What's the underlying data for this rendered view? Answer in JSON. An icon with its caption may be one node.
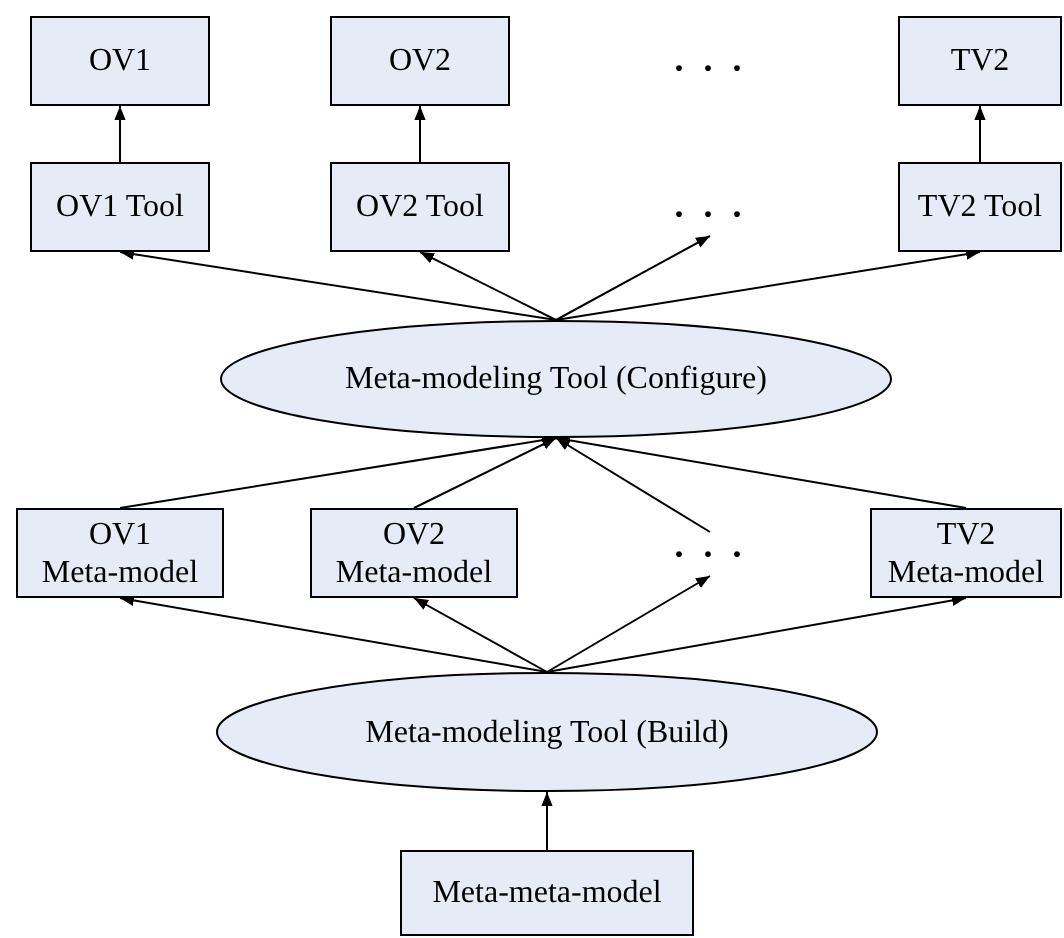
{
  "diagram": {
    "nodes": [
      {
        "text": [
          "OV1"
        ]
      },
      {
        "text": [
          "OV2"
        ]
      },
      {
        "text": [
          "TV2"
        ]
      },
      {
        "text": [
          "OV1 Tool"
        ]
      },
      {
        "text": [
          "OV2 Tool"
        ]
      },
      {
        "text": [
          "· · ·"
        ]
      },
      {
        "text": [
          "TV2 Tool"
        ]
      },
      {
        "text": [
          "Meta-modeling Tool (Configure)"
        ]
      },
      {
        "text": [
          "OV1 Meta-model"
        ]
      },
      {
        "text": [
          "OV2 Meta-model"
        ]
      },
      {
        "text": [
          "· · ·"
        ]
      },
      {
        "text": [
          "TV2 Meta-model"
        ]
      },
      {
        "text": [
          "Meta-modeling Tool (Build)"
        ]
      },
      {
        "text": [
          "Meta-meta-model"
        ]
      }
    ],
    "edges": [
      {
        "from": 3,
        "to": 0,
        "arrow": "to"
      },
      {
        "from": 4,
        "to": 1,
        "arrow": "to"
      },
      {
        "from": 6,
        "to": 2,
        "arrow": "to"
      },
      {
        "from": 7,
        "to": 3,
        "arrow": "to"
      },
      {
        "from": 7,
        "to": 4,
        "arrow": "to"
      },
      {
        "from": 7,
        "to": 5,
        "arrow": "to"
      },
      {
        "from": 7,
        "to": 6,
        "arrow": "to"
      },
      {
        "from": 8,
        "to": 7,
        "arrow": "to"
      },
      {
        "from": 9,
        "to": 7,
        "arrow": "to"
      },
      {
        "from": 10,
        "to": 7,
        "arrow": "to"
      },
      {
        "from": 11,
        "to": 7,
        "arrow": "to"
      },
      {
        "from": 12,
        "to": 8,
        "arrow": "to"
      },
      {
        "from": 12,
        "to": 9,
        "arrow": "to"
      },
      {
        "from": 12,
        "to": 10,
        "arrow": "to"
      },
      {
        "from": 12,
        "to": 11,
        "arrow": "to"
      },
      {
        "from": 13,
        "to": 12,
        "arrow": "to"
      }
    ],
    "labels": [
      "· · ·"
    ]
  }
}
